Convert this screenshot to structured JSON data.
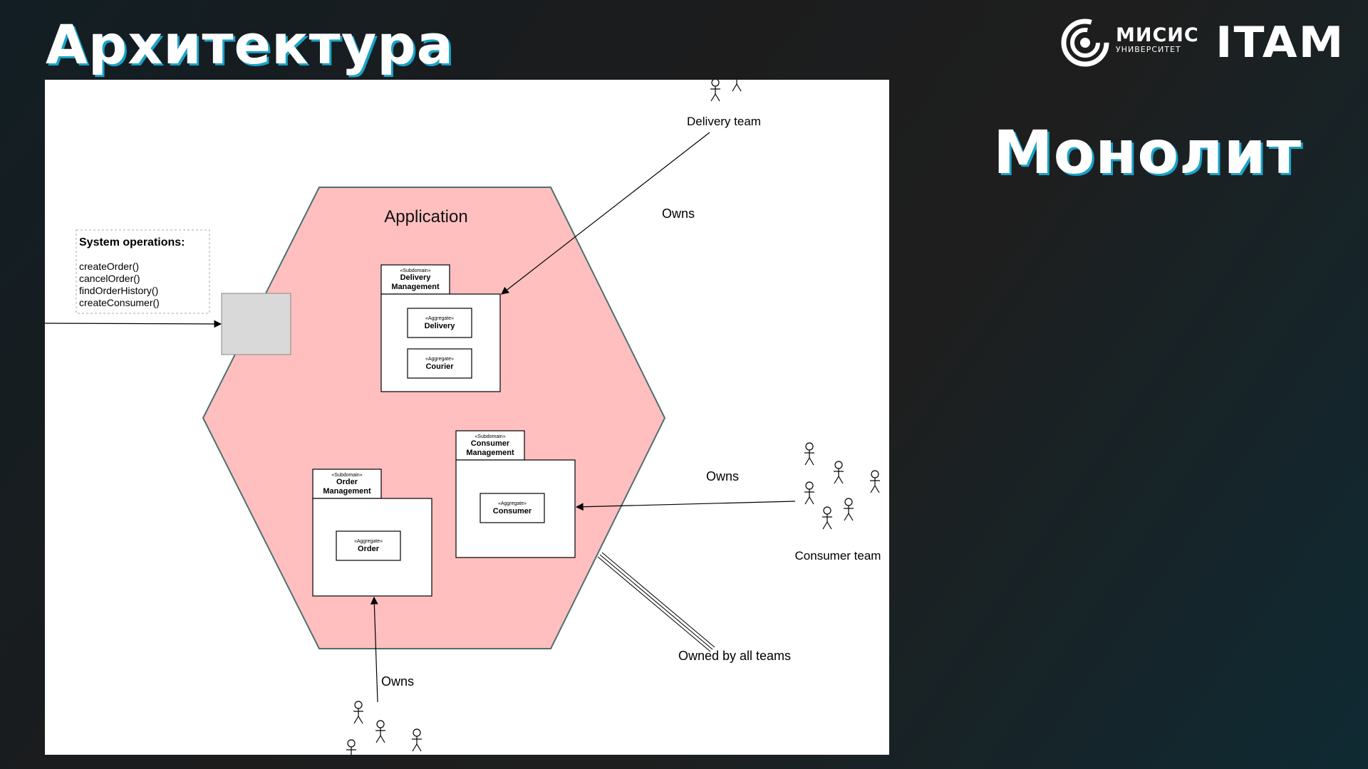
{
  "slide": {
    "title": "Архитектура",
    "subtitle": "Монолит"
  },
  "logos": {
    "misis_line1": "МИСИС",
    "misis_line2": "УНИВЕРСИТЕТ",
    "itam": "ITAM"
  },
  "diagram": {
    "application_label": "Application",
    "system_operations": {
      "heading": "System operations:",
      "items": [
        "createOrder()",
        "cancelOrder()",
        "findOrderHistory()",
        "createConsumer()"
      ]
    },
    "stereotype_subdomain": "«Subdomain»",
    "stereotype_aggregate": "«Aggregate»",
    "subdomains": {
      "delivery": {
        "name_line1": "Delivery",
        "name_line2": "Management",
        "aggregates": [
          "Delivery",
          "Courier"
        ]
      },
      "consumer": {
        "name_line1": "Consumer",
        "name_line2": "Management",
        "aggregates": [
          "Consumer"
        ]
      },
      "order": {
        "name_line1": "Order",
        "name_line2": "Management",
        "aggregates": [
          "Order"
        ]
      }
    },
    "teams": {
      "delivery": "Delivery team",
      "consumer": "Consumer team",
      "all": "Owned by all teams"
    },
    "owns_label": "Owns",
    "colors": {
      "hexagon_fill": "#ffbfbf",
      "hexagon_stroke": "#4f6f6f",
      "port_fill": "#d9d9d9",
      "title_shadow": "#1aa3c8"
    }
  }
}
